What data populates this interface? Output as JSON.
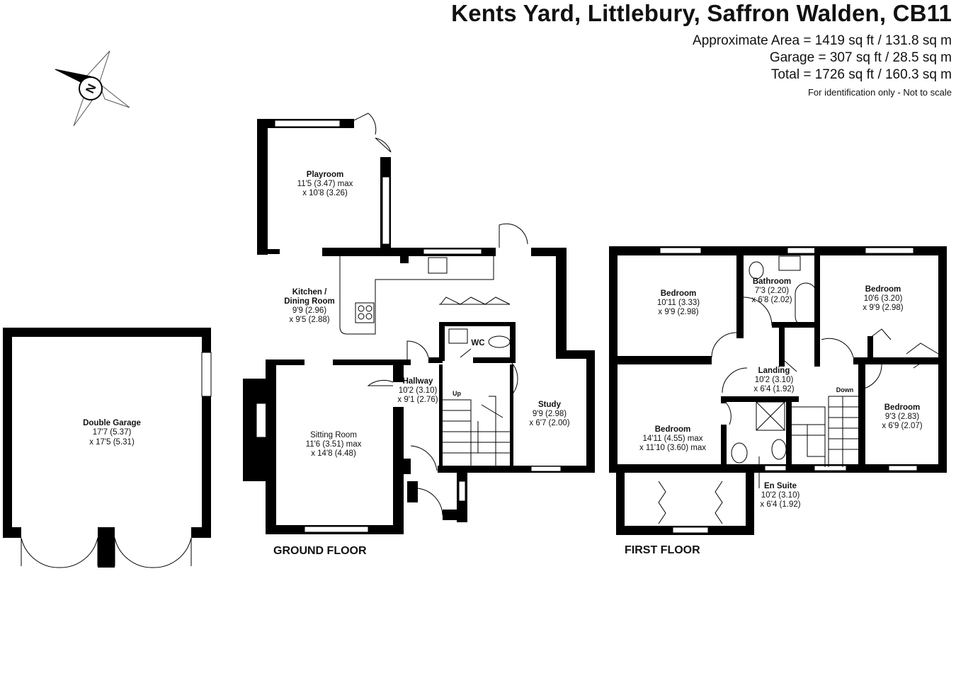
{
  "header": {
    "title": "Kents Yard, Littlebury, Saffron Walden, CB11",
    "approximate_area": "Approximate Area = 1419 sq ft / 131.8 sq m",
    "garage_area": "Garage = 307 sq ft / 28.5 sq m",
    "total_area": "Total = 1726 sq ft / 160.3 sq m",
    "note": "For identification only - Not to scale"
  },
  "compass": {
    "icon": "north-compass-icon",
    "letter": "N"
  },
  "floors": {
    "ground": "GROUND FLOOR",
    "first": "FIRST FLOOR"
  },
  "rooms": {
    "garage": {
      "name": "Double Garage",
      "dim1": "17'7 (5.37)",
      "dim2": "x 17'5 (5.31)"
    },
    "playroom": {
      "name": "Playroom",
      "dim1": "11'5 (3.47) max",
      "dim2": "x 10'8 (3.26)"
    },
    "kitchen": {
      "name1": "Kitchen /",
      "name2": "Dining Room",
      "dim1": "9'9 (2.96)",
      "dim2": "x 9'5 (2.88)"
    },
    "wc": {
      "name": "WC"
    },
    "hallway": {
      "name": "Hallway",
      "dim1": "10'2 (3.10)",
      "dim2": "x 9'1 (2.76)",
      "stairs": "Up"
    },
    "study": {
      "name": "Study",
      "dim1": "9'9 (2.98)",
      "dim2": "x 6'7 (2.00)"
    },
    "sitting": {
      "name": "Sitting Room",
      "dim1": "11'6 (3.51) max",
      "dim2": "x 14'8 (4.48)"
    },
    "bedroom1": {
      "name": "Bedroom",
      "dim1": "10'11 (3.33)",
      "dim2": "x 9'9 (2.98)"
    },
    "bathroom": {
      "name": "Bathroom",
      "dim1": "7'3 (2.20)",
      "dim2": "x 6'8 (2.02)"
    },
    "bedroom2": {
      "name": "Bedroom",
      "dim1": "10'6 (3.20)",
      "dim2": "x 9'9 (2.98)"
    },
    "landing": {
      "name": "Landing",
      "dim1": "10'2 (3.10)",
      "dim2": "x 6'4 (1.92)",
      "stairs": "Down"
    },
    "bedroom3": {
      "name": "Bedroom",
      "dim1": "14'11 (4.55) max",
      "dim2": "x 11'10 (3.60) max"
    },
    "bedroom4": {
      "name": "Bedroom",
      "dim1": "9'3 (2.83)",
      "dim2": "x 6'9 (2.07)"
    },
    "ensuite": {
      "name": "En Suite",
      "dim1": "10'2 (3.10)",
      "dim2": "x 6'4 (1.92)"
    }
  }
}
